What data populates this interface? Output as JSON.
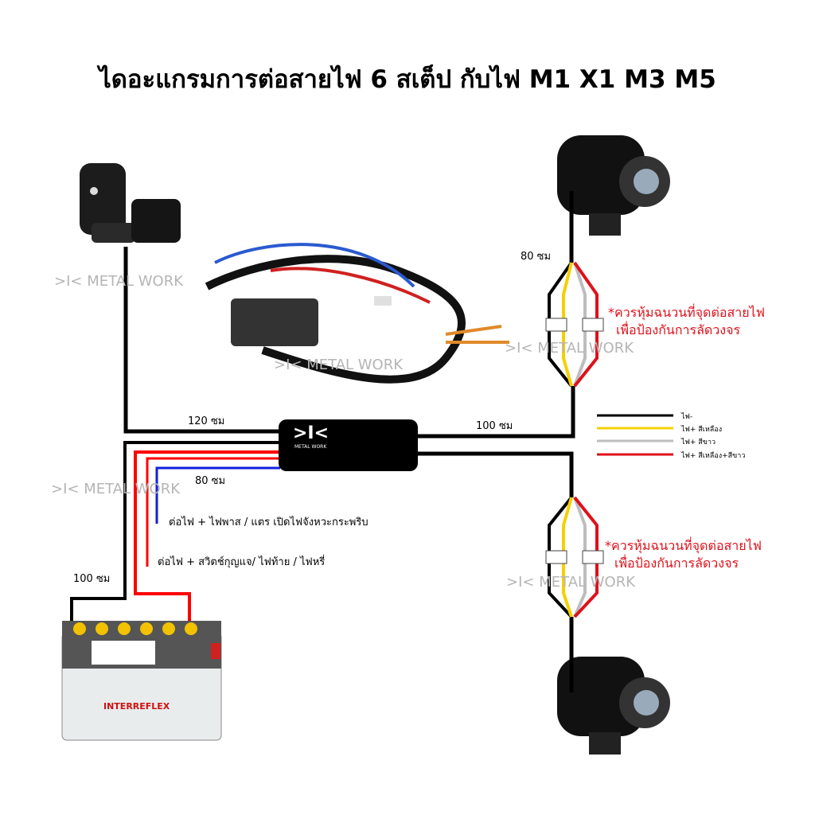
{
  "title": "ไดอะแกรมการต่อสายไฟ 6 สเต็ป กับไฟ M1 X1 M3 M5",
  "watermark": ">I< METAL WORK",
  "controller": {
    "logo": ">I<",
    "brand": "METAL WORK"
  },
  "labels": {
    "switch_wire": "120 ซม",
    "lamp_wire": "100 ซม",
    "top_lamp_wire": "80 ซม",
    "blue_wire": "80 ซม",
    "battery_wire": "100 ซม",
    "blue_note": "ต่อไฟ + ไฟพาส / แตร เปิดไฟจังหวะกระพริบ",
    "red_note": "ต่อไฟ + สวิตช์กุญแจ/ ไฟท้าย / ไฟหรี่"
  },
  "warnings": [
    {
      "line1": "*ควรหุ้มฉนวนที่จุดต่อสายไฟ",
      "line2": "เพื่อป้องกันการลัดวงจร"
    },
    {
      "line1": "*ควรหุ้มฉนวนที่จุดต่อสายไฟ",
      "line2": "เพื่อป้องกันการลัดวงจร"
    }
  ],
  "legend": [
    {
      "label": "ไฟ-",
      "color": "#000000"
    },
    {
      "label": "ไฟ+ สีเหลือง",
      "color": "#f5d000"
    },
    {
      "label": "ไฟ+ สีขาว",
      "color": "#bdbdbd"
    },
    {
      "label": "ไฟ+ สีเหลือง+สีขาว",
      "color": "#e0101a"
    }
  ],
  "battery": {
    "brand": "INTERREFLEX"
  }
}
